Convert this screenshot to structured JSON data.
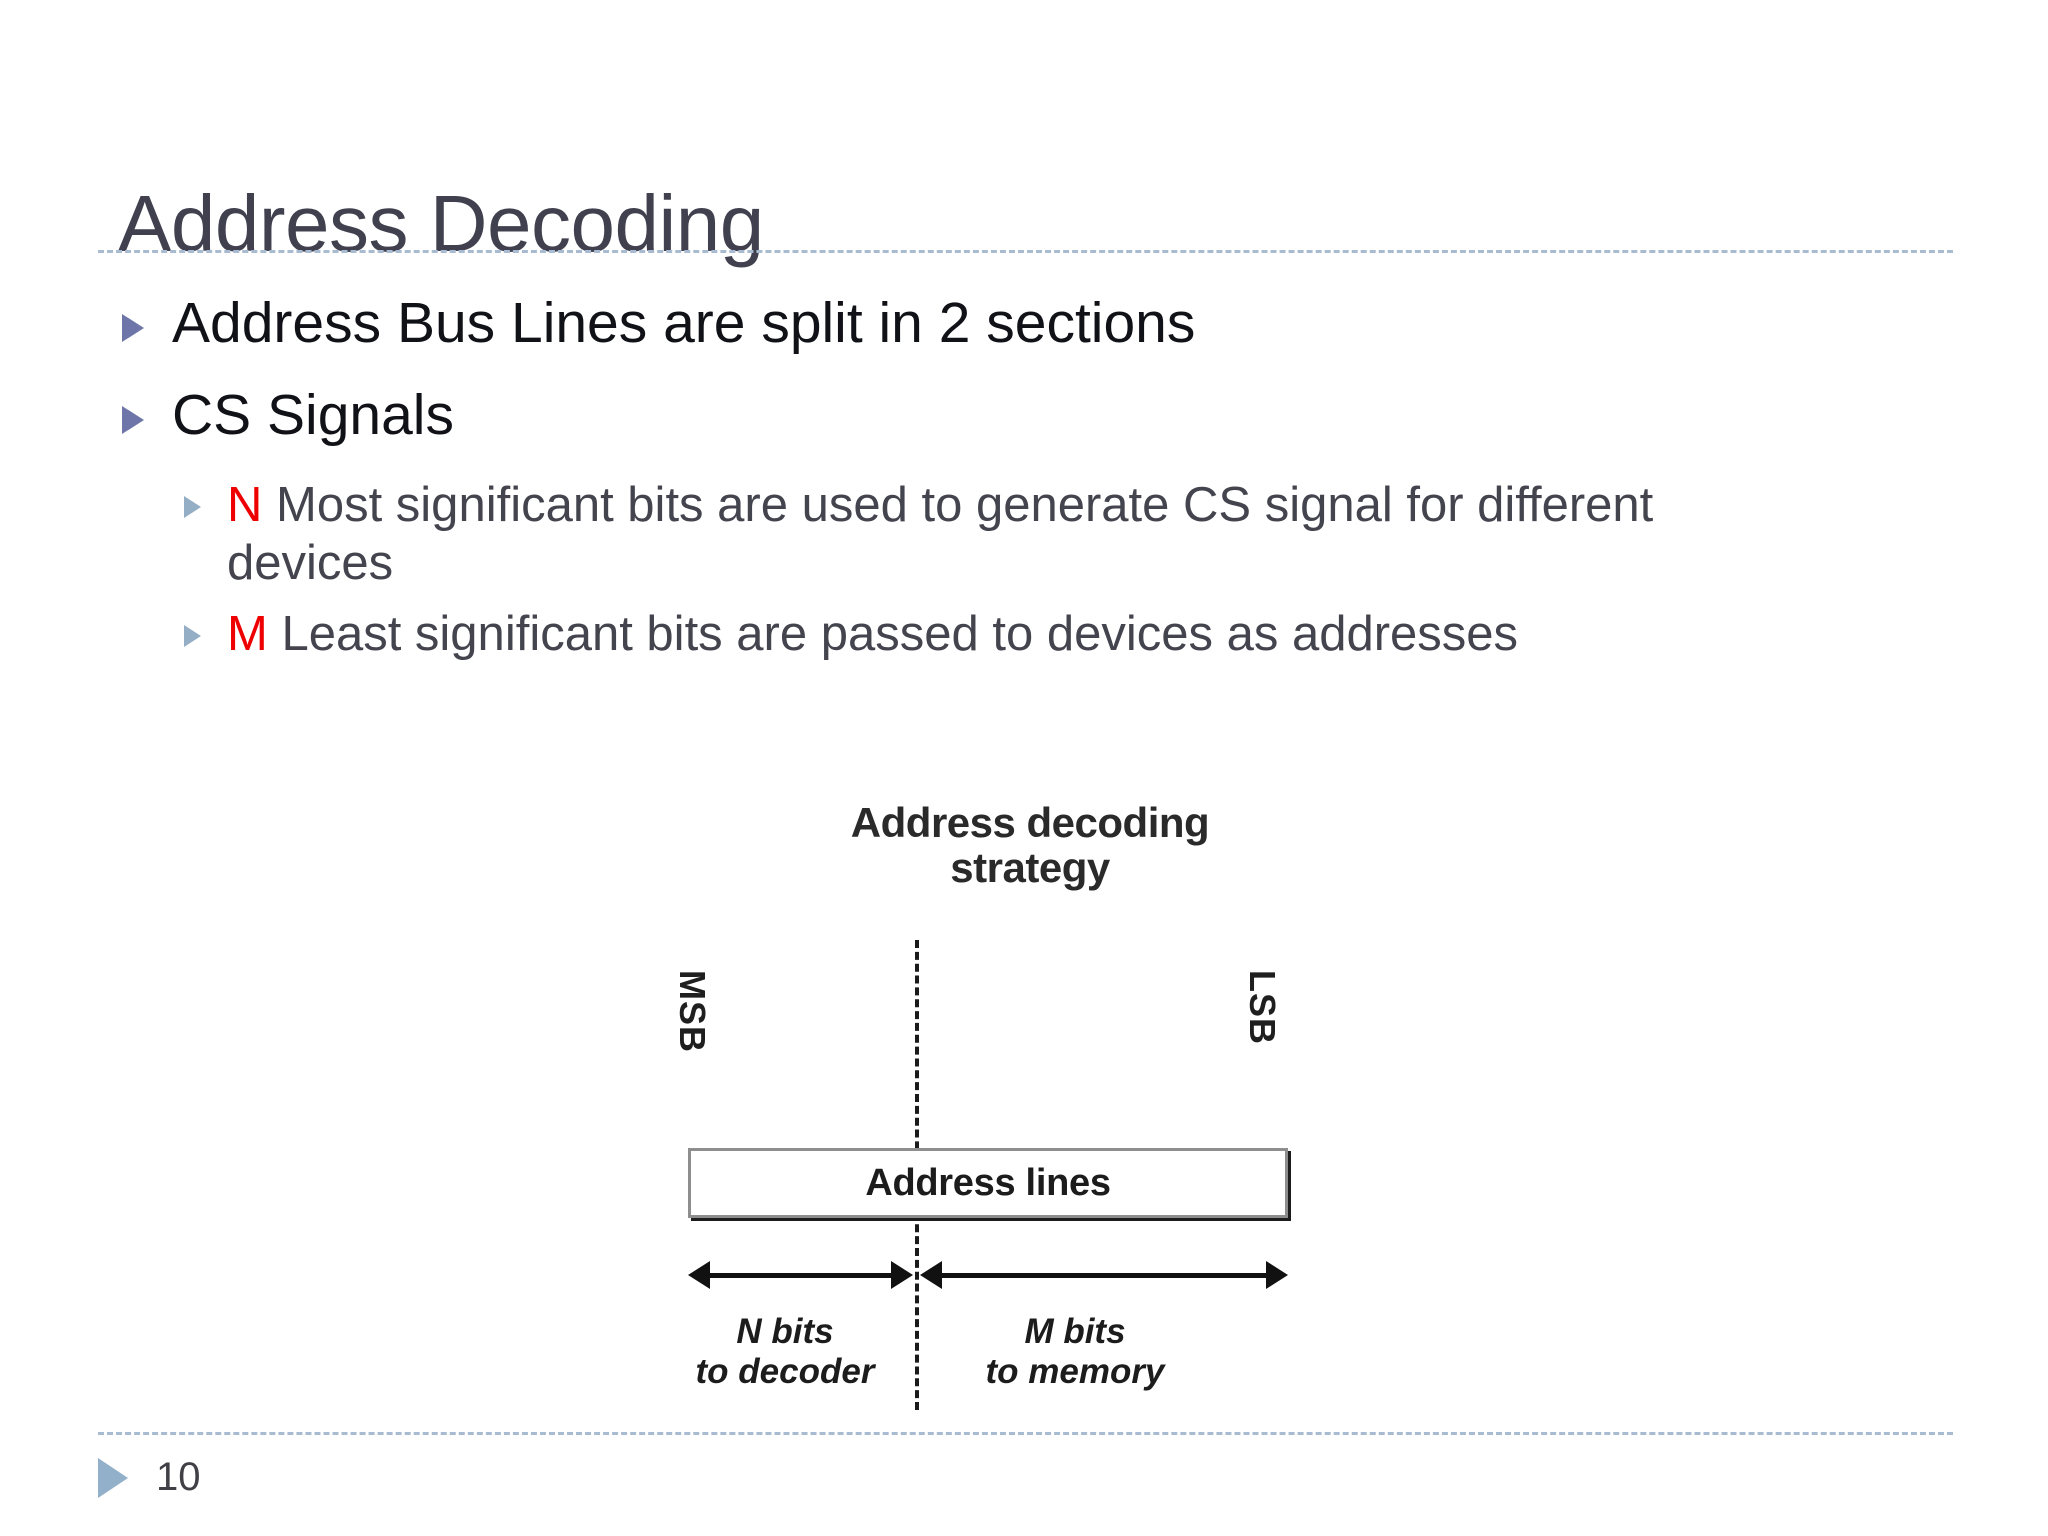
{
  "slide": {
    "title": "Address Decoding",
    "page_number": "10",
    "accent_colors": {
      "title_text": "#40404f",
      "rule_dashed": "#a9bbd0",
      "bullet_level1": "#6e75a9",
      "bullet_level2": "#93aec5",
      "highlight_red": "#ee0000",
      "footer_triangle": "#93b0cb",
      "body_text": "#44444e"
    }
  },
  "bullets": [
    {
      "level": 1,
      "text": "Address Bus Lines are split in 2 sections"
    },
    {
      "level": 2,
      "text": "CS Signals"
    }
  ],
  "content": {
    "b1": "Address Bus Lines are split in 2 sections",
    "b2": "CS Signals",
    "b3_marker": "N",
    "b3_rest": " Most significant bits are used to generate CS signal for different devices",
    "b4_marker": "M",
    "b4_rest": " Least significant bits are passed to devices as addresses"
  },
  "figure": {
    "title_line1": "Address decoding",
    "title_line2": "strategy",
    "msb_label": "MSB",
    "lsb_label": "LSB",
    "box_label": "Address lines",
    "left_caption_line1": "N bits",
    "left_caption_line2": "to decoder",
    "right_caption_line1": "M bits",
    "right_caption_line2": "to memory"
  }
}
